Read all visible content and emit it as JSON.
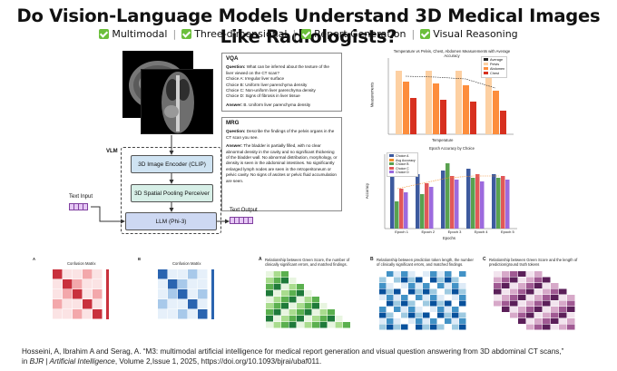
{
  "title": "Do Vision-Language Models Understand 3D Medical Images Like Radiologists?",
  "tags": [
    "Multimodal",
    "Three-dimensional",
    "Report Generation",
    "Visual Reasoning"
  ],
  "vqa": {
    "header": "VQA",
    "question_label": "Question:",
    "question": "What can be inferred about the texture of the liver viewed on the CT scan?",
    "choices": [
      "Choice A: Irregular liver surface",
      "Choice B: Uniform liver parenchyma density",
      "Choice C: Non-uniform liver parenchyma density",
      "Choice D: Signs of fibrosis in liver tissue"
    ],
    "answer_label": "Answer:",
    "answer": "B. Uniform liver parenchyma density"
  },
  "mrg": {
    "header": "MRG",
    "question_label": "Question:",
    "question": "Describe the findings of the pelvis organs in the CT scan you see.",
    "answer_label": "Answer:",
    "answer": "The bladder is partially filled, with no clear abnormal density in the cavity and no significant thickening of the bladder wall. No abnormal distribution, morphology, or density is seen in the abdominal intestines. No significantly enlarged lymph nodes are seen in the retroperitoneum or pelvic cavity. No signs of ascites or pelvic fluid accumulation are seen."
  },
  "pipeline": {
    "vlm": "VLM",
    "encoder": "3D Image Encoder (CLIP)",
    "pooling": "3D Spatial Pooling Perceiver",
    "llm": "LLM (Phi-3)",
    "text_input": "Text Input",
    "text_output": "Text Output"
  },
  "chart_top": {
    "title": "Temperature vs Pelvis, Chest, Abdomen Measurements with Average Accuracy",
    "xlabel": "Temperature",
    "ylabel": "Measurements",
    "legend": [
      "Average",
      "Pelvis",
      "Abdomen",
      "Chest"
    ],
    "colors": [
      "#222222",
      "#fdd0a2",
      "#fd8d3c",
      "#d7301f"
    ]
  },
  "chart_mid": {
    "title": "Epoch Accuracy by Choice",
    "xlabel": "Epochs",
    "ylabel": "Accuracy",
    "categories": [
      "Epoch 1",
      "Epoch 2",
      "Epoch 3",
      "Epoch 4",
      "Epoch 5"
    ],
    "legend": [
      "Choice A",
      "Avg Accuracy",
      "Choice B",
      "Choice C",
      "Choice D"
    ],
    "colors": [
      "#3d5a9e",
      "#f28e2b",
      "#59a14f",
      "#e15759",
      "#9c6ade"
    ]
  },
  "bottom": {
    "a_caption": "A",
    "a_title": "Confusion Matrix",
    "b_caption": "B",
    "b_title": "Confusion Matrix",
    "c_caption": "A",
    "c_title": "Relationship between Green Score, the number of clinically significant errors, and matched findings.",
    "d_caption": "B",
    "d_title": "Relationship between prediction token length, the number of clinically significant errors, and matched findings.",
    "e_caption": "C",
    "e_title": "Relationship between Green Score and the length of prediction/ground truth tokens"
  },
  "citation": {
    "part1": "Hosseini, A, Ibrahim A and Serag, A. “M3: multimodal artificial intelligence for medical report generation and visual question answering from 3D abdominal CT scans,”",
    "part2_prefix": "in ",
    "journal": "BJR | Artificial Intelligence",
    "part2_suffix": ", Volume 2,Issue 1, 2025, https://doi.org/10.1093/bjrai/ubaf011."
  }
}
